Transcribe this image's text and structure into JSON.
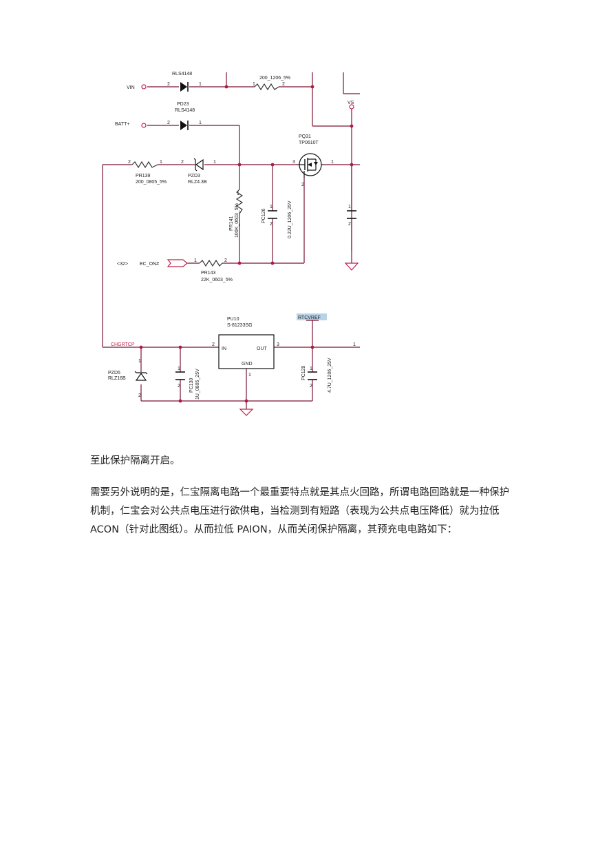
{
  "schematic": {
    "nets": {
      "vin": "VIN",
      "batt": "BATT+",
      "vs": "VS",
      "ec_on": "EC_ON#",
      "ec_ref": "<32>",
      "chgrtcp": "CHGRTCP",
      "rtcvref": "RTCVREF"
    },
    "components": {
      "top_diode": "RLS4148",
      "top_res_value": "200_1206_5%",
      "pd23_ref": "PD23",
      "pd23_value": "RLS4148",
      "pq31_ref": "PQ31",
      "pq31_value": "TP0610T",
      "pr139_ref": "PR139",
      "pr139_value": "200_0805_5%",
      "pzd3_ref": "PZD3",
      "pzd3_value": "RLZ4.3B",
      "pr141_ref": "PR141",
      "pr141_value": "100K_0603_5%",
      "pc126_ref": "PC126",
      "pc126_value": "0.22U_1206_25V",
      "pr143_ref": "PR143",
      "pr143_value": "22K_0603_5%",
      "pu10_ref": "PU10",
      "pu10_value": "S-81233SG",
      "pu10_in": "IN",
      "pu10_out": "OUT",
      "pu10_gnd": "GND",
      "pzd5_ref": "PZD5",
      "pzd5_value": "RLZ16B",
      "pc130_ref": "PC130",
      "pc130_value": "1U_0805_25V",
      "pc129_ref": "PC129",
      "pc129_value": "4.7U_1206_25V"
    },
    "pins": {
      "p1": "1",
      "p2": "2",
      "p3": "3"
    }
  },
  "text": {
    "line1": "至此保护隔离开启。",
    "para2": "需要另外说明的是，仁宝隔离电路一个最重要特点就是其点火回路，所谓电路回路就是一种保护机制，仁宝会对公共点电压进行欲供电，当检测到有短路（表现为公共点电压降低）就为拉低 ACON（针对此图纸）。从而拉低 PAION，从而关闭保护隔离，其预充电电路如下："
  }
}
